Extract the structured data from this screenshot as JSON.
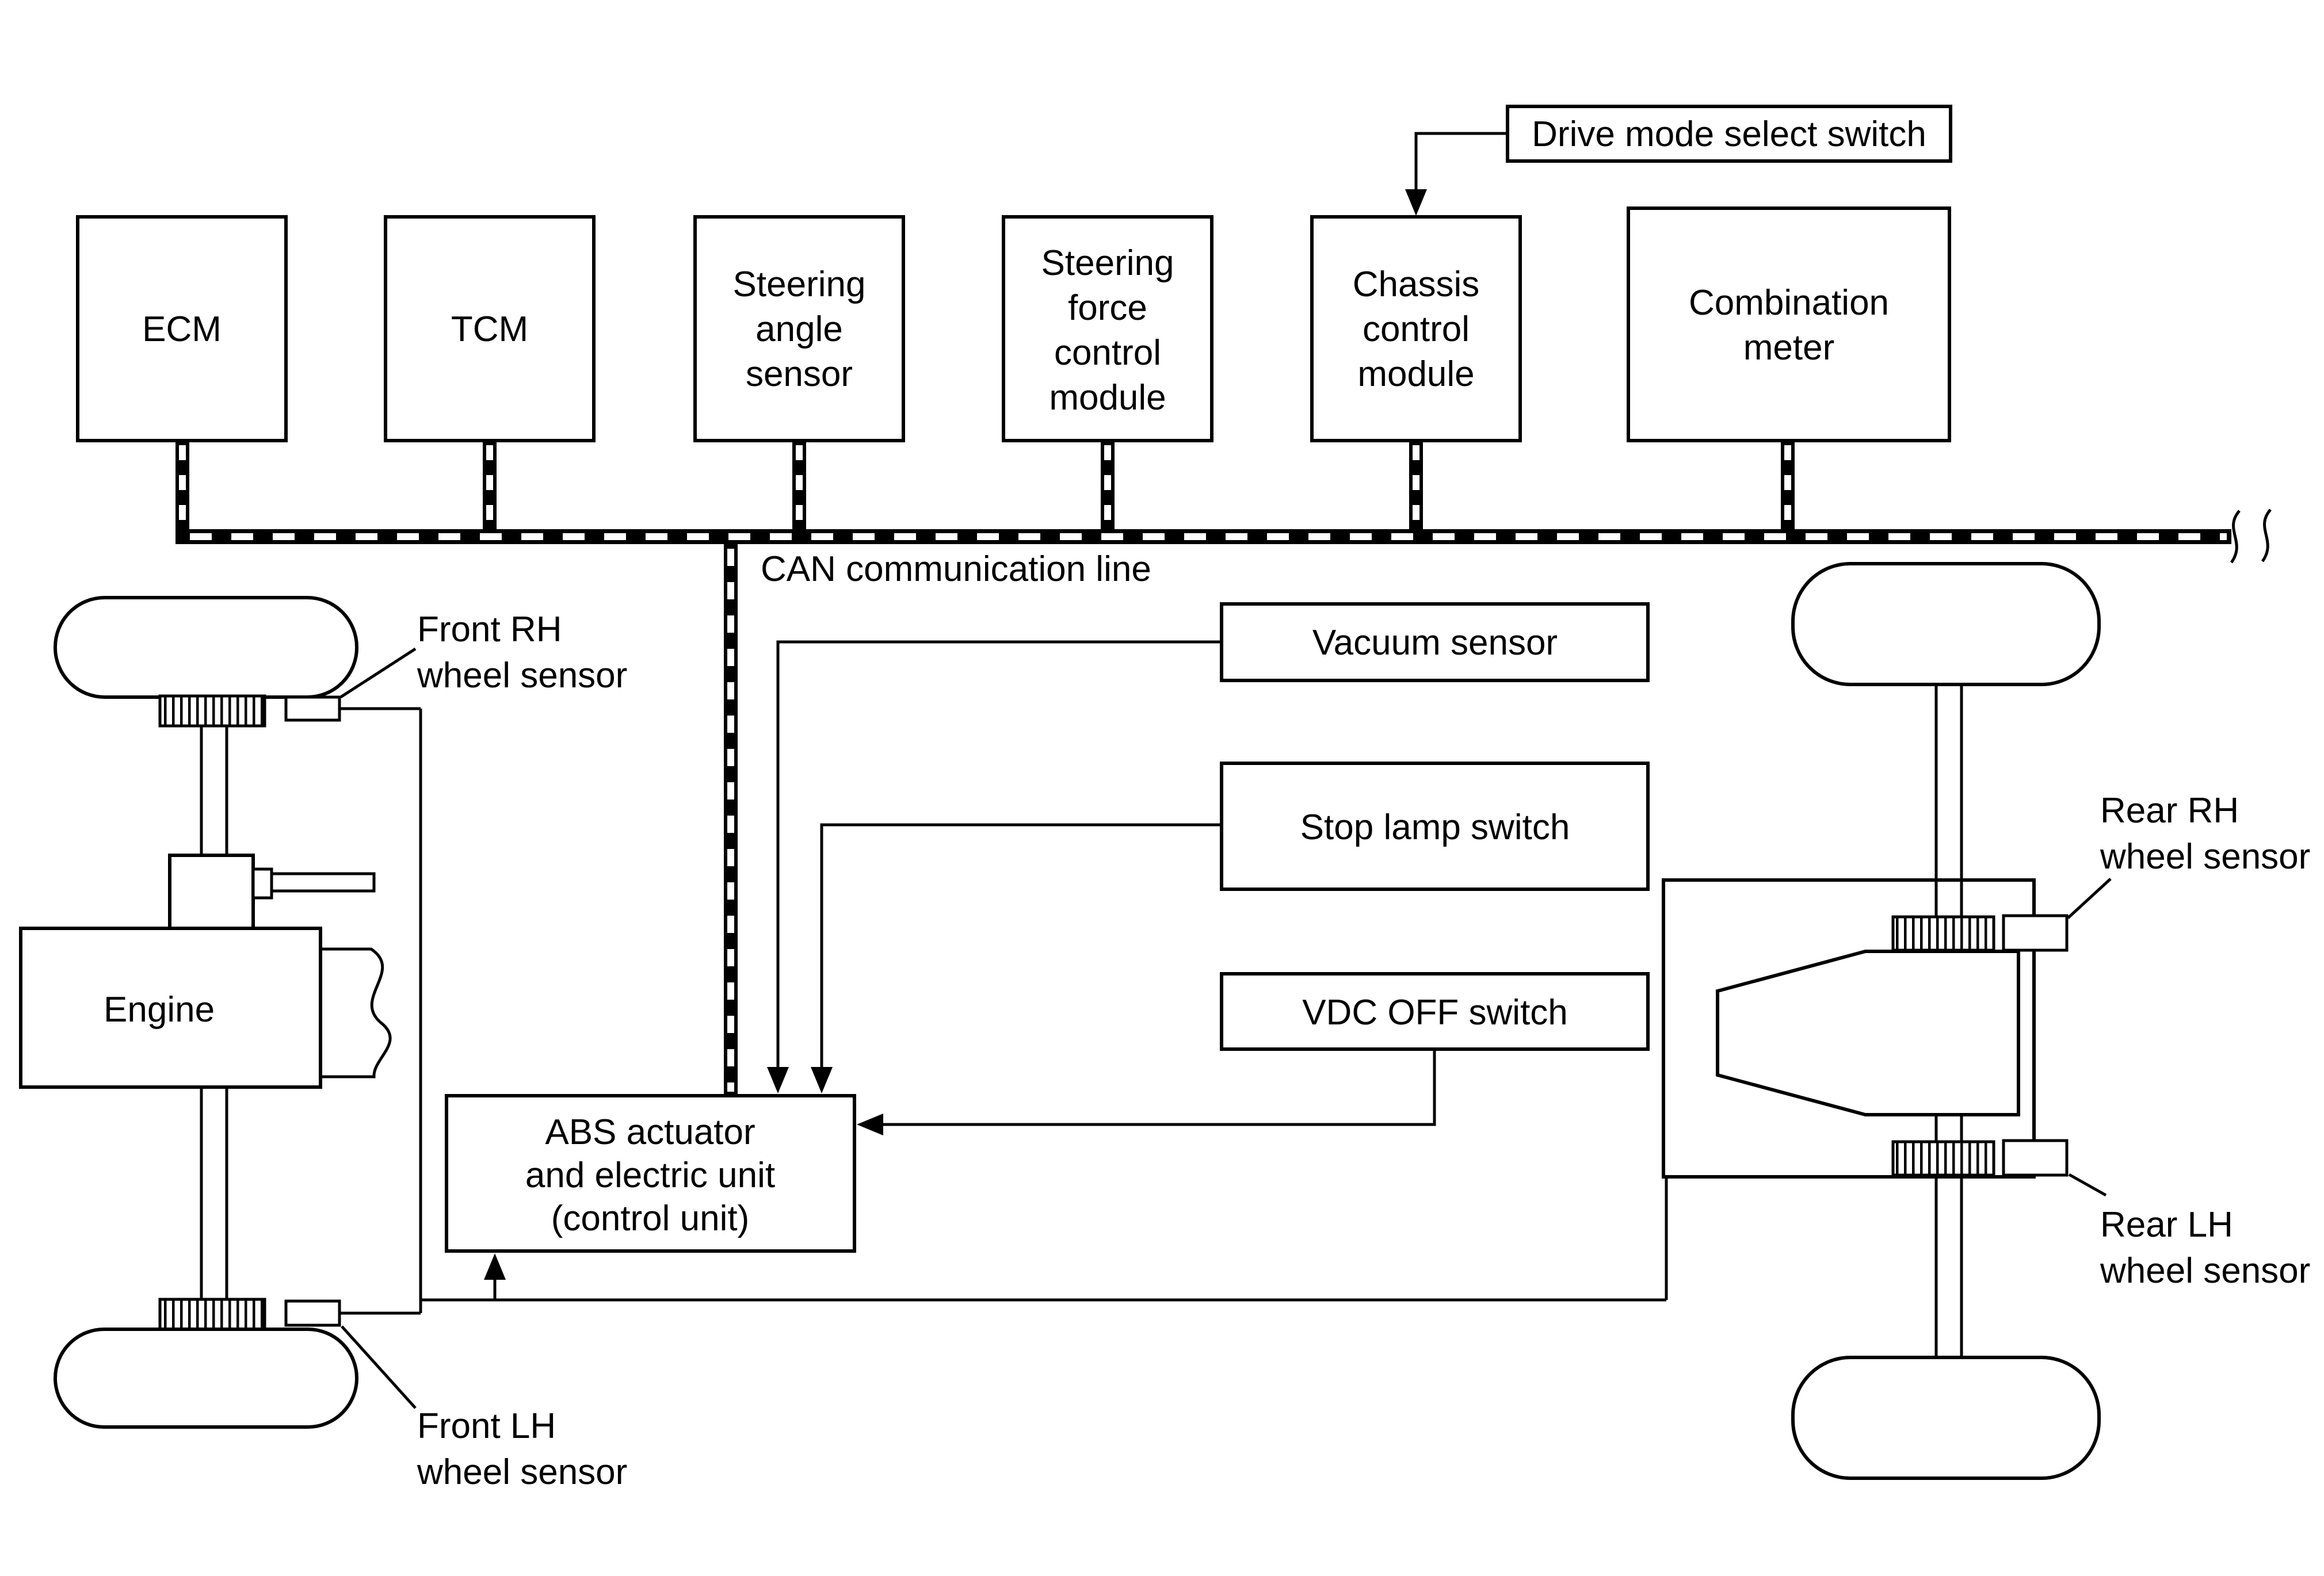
{
  "colors": {
    "ink": "#000000",
    "paper": "#ffffff"
  },
  "modules": {
    "ecm": {
      "lines": [
        "ECM"
      ]
    },
    "tcm": {
      "lines": [
        "TCM"
      ]
    },
    "steering_angle_sensor": {
      "lines": [
        "Steering",
        "angle",
        "sensor"
      ]
    },
    "steering_force_control_module": {
      "lines": [
        "Steering",
        "force",
        "control",
        "module"
      ]
    },
    "chassis_control_module": {
      "lines": [
        "Chassis",
        "control",
        "module"
      ]
    },
    "combination_meter": {
      "lines": [
        "Combination",
        "meter"
      ]
    }
  },
  "switches": {
    "drive_mode_select": "Drive mode select switch",
    "vacuum_sensor": "Vacuum sensor",
    "stop_lamp": "Stop lamp switch",
    "vdc_off": "VDC OFF switch"
  },
  "abs_unit": {
    "lines": [
      "ABS actuator",
      "and electric unit",
      "(control unit)"
    ]
  },
  "engine": {
    "label": "Engine"
  },
  "bus": {
    "label": "CAN communication line"
  },
  "wheel_sensors": {
    "front_rh": {
      "lines": [
        "Front RH",
        "wheel sensor"
      ]
    },
    "front_lh": {
      "lines": [
        "Front LH",
        "wheel sensor"
      ]
    },
    "rear_rh": {
      "lines": [
        "Rear RH",
        "wheel sensor"
      ]
    },
    "rear_lh": {
      "lines": [
        "Rear LH",
        "wheel sensor"
      ]
    }
  }
}
